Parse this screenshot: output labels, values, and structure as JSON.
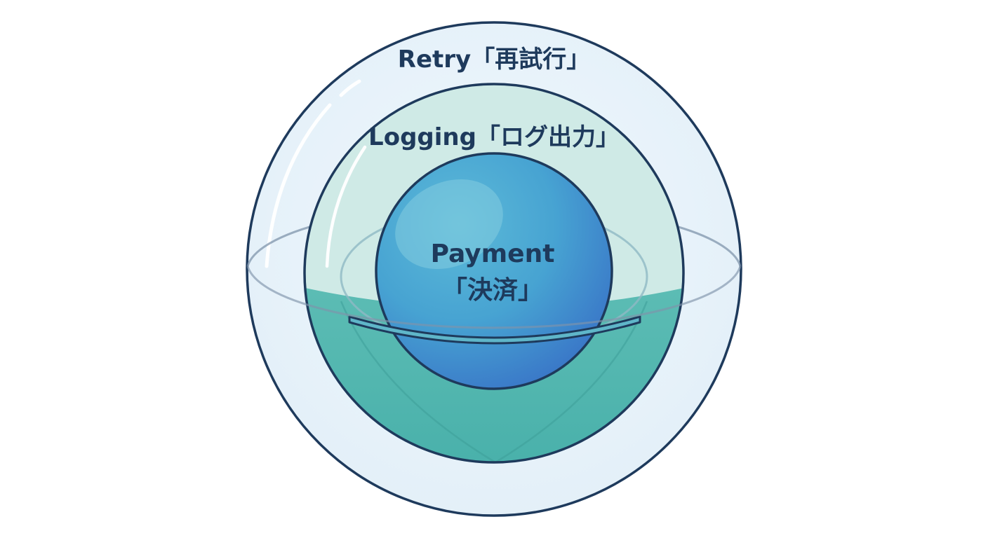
{
  "diagram": {
    "layers": [
      {
        "id": "retry",
        "label": "Retry「再試行」"
      },
      {
        "id": "logging",
        "label": "Logging「ログ出力」"
      },
      {
        "id": "payment",
        "label_line1": "Payment",
        "label_line2": "「決済」"
      }
    ],
    "colors": {
      "outline": "#1e3a5c",
      "outer_fill": "#e8f3fa",
      "middle_fill": "#cfeae6",
      "middle_liquid": "#4fb4ae",
      "inner_fill": "#4aa3d4",
      "inner_shade": "#3a7fcc",
      "label": "#1e3a5c"
    }
  }
}
